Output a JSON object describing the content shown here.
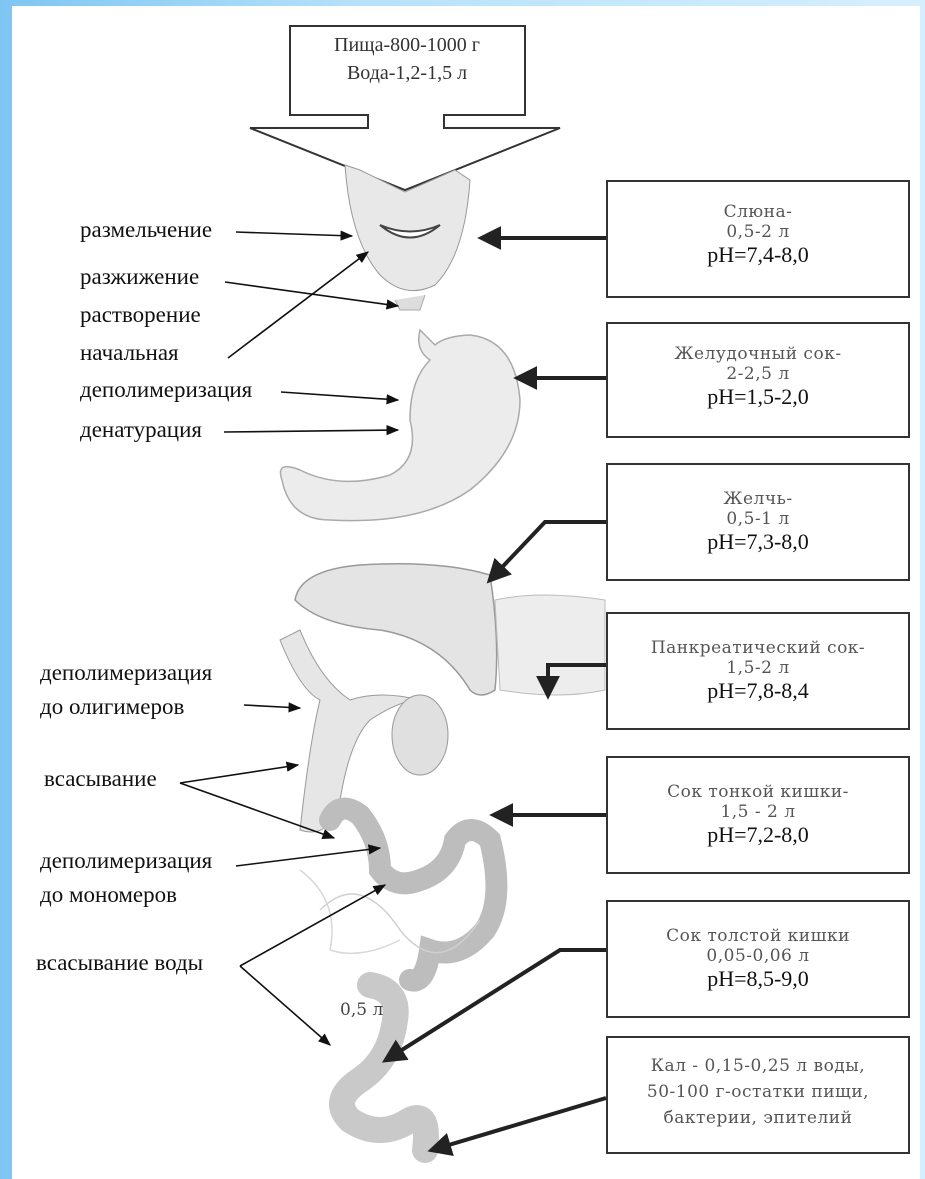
{
  "top_box": {
    "food": "Пища-800-1000 г",
    "water": "Вода-1,2-1,5 л"
  },
  "left_labels": {
    "grinding": "размельчение",
    "liquefaction": "разжижение",
    "dissolving": "растворение",
    "initial": "начальная",
    "depolymerization": "деполимеризация",
    "denaturation": "денатурация",
    "depoly_oligo_1": "деполимеризация",
    "depoly_oligo_2": "до олигимеров",
    "absorption": "всасывание",
    "depoly_mono_1": "деполимеризация",
    "depoly_mono_2": "до мономеров",
    "water_absorption": "всасывание воды"
  },
  "colon_volume": "0,5 л",
  "juices": [
    {
      "name": "Слюна-",
      "volume": "0,5-2 л",
      "ph": "pH=7,4-8,0"
    },
    {
      "name": "Желудочный сок-",
      "volume": "2-2,5 л",
      "ph": "pH=1,5-2,0"
    },
    {
      "name": "Желчь-",
      "volume": "0,5-1 л",
      "ph": "pH=7,3-8,0"
    },
    {
      "name": "Панкреатический сок-",
      "volume": "1,5-2 л",
      "ph": "pH=7,8-8,4"
    },
    {
      "name": "Сок тонкой кишки-",
      "volume": "1,5 - 2 л",
      "ph": "pH=7,2-8,0"
    },
    {
      "name": "Сок толстой кишки",
      "volume": "0,05-0,06 л",
      "ph": "pH=8,5-9,0"
    }
  ],
  "feces": {
    "line1": "Кал - 0,15-0,25 л воды,",
    "line2": "50-100 г-остатки пищи,",
    "line3": "бактерии, эпителий"
  }
}
